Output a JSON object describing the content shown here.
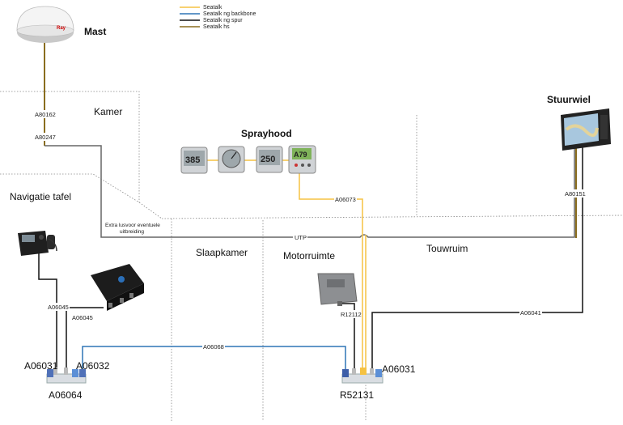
{
  "legend": [
    {
      "label": "Seatalk",
      "color": "#f5c242"
    },
    {
      "label": "Seatalk ng backbone",
      "color": "#2e75b6"
    },
    {
      "label": "Seatalk ng spur",
      "color": "#111111"
    },
    {
      "label": "Seatalk hs",
      "color": "#8a6d1e"
    }
  ],
  "rooms": {
    "kamer": "Kamer",
    "navigatie_tafel": "Navigatie tafel",
    "slaapkamer": "Slaapkamer",
    "motorruimte": "Motorruimte",
    "touwruim": "Touwruim"
  },
  "devices": {
    "mast": "Mast",
    "sprayhood": "Sprayhood",
    "stuurwiel": "Stuurwiel"
  },
  "cables": {
    "a80162": "A80162",
    "a80247": "A80247",
    "a06073": "A06073",
    "a80151": "A80151",
    "utp": "UTP",
    "a06045_left": "A06045",
    "a06045_right": "A06045",
    "a06068": "A06068",
    "r12112": "R12112",
    "a06041": "A06041"
  },
  "note": {
    "line1": "Extra lusvoor eventuele",
    "line2": "uitbreiding"
  },
  "parts": {
    "a06031_left": "A06031",
    "a06032": "A06032",
    "a06064": "A06064",
    "r52131": "R52131",
    "a06031_right": "A06031"
  },
  "instruments": {
    "display1": "385",
    "display3": "250",
    "display4": "A79"
  },
  "colors": {
    "seatalk": "#f5c242",
    "backbone": "#2e75b6",
    "spur": "#111111",
    "hs": "#8a6d1e",
    "utp": "#666666",
    "room_border": "#777777"
  }
}
